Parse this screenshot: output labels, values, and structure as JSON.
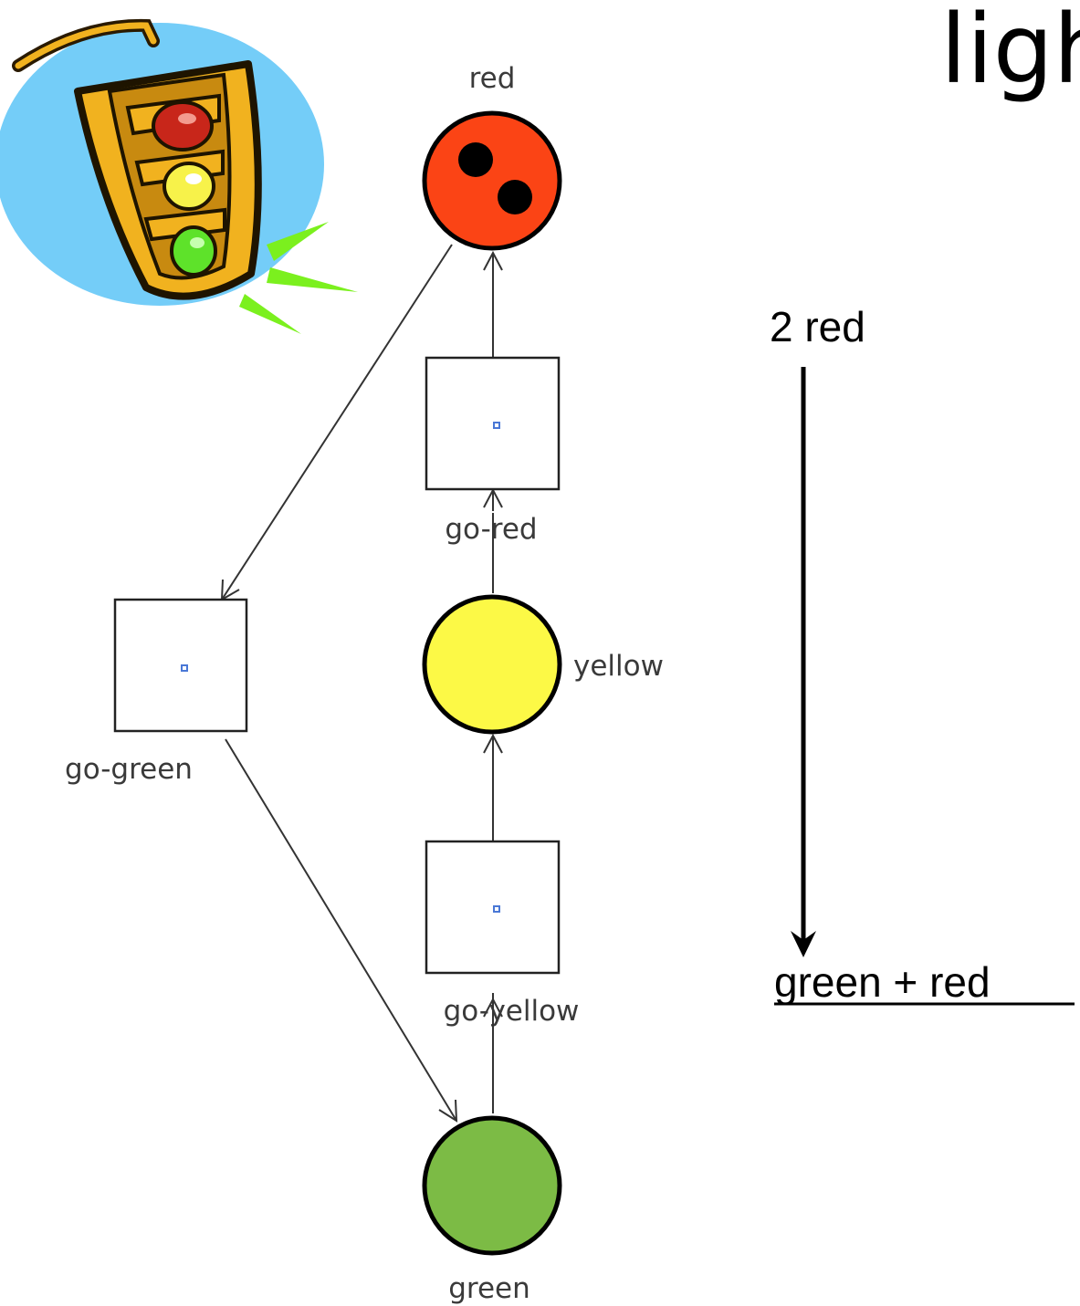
{
  "title_fragment": "ligh",
  "places": {
    "red": {
      "label": "red",
      "tokens": 2,
      "color": "#fb4415"
    },
    "yellow": {
      "label": "yellow",
      "tokens": 0,
      "color": "#fcf946"
    },
    "green": {
      "label": "green",
      "tokens": 0,
      "color": "#7cbb45"
    }
  },
  "transitions": {
    "go_red": {
      "label": "go-red"
    },
    "go_yellow": {
      "label": "go-yellow"
    },
    "go_green": {
      "label": "go-green"
    }
  },
  "marking_change": {
    "from": "2 red",
    "to": "green + red"
  },
  "clipart": {
    "icon": "traffic-light-icon",
    "colors": {
      "sky": "#74cdf8",
      "body": "#f1b21f",
      "red_lamp": "#c8261a",
      "yellow_lamp": "#f7f24a",
      "green_lamp": "#5ee22a",
      "rays": "#7bf01e"
    }
  },
  "colors": {
    "edge": "#333333",
    "transition_dot": "#4a78d6"
  }
}
